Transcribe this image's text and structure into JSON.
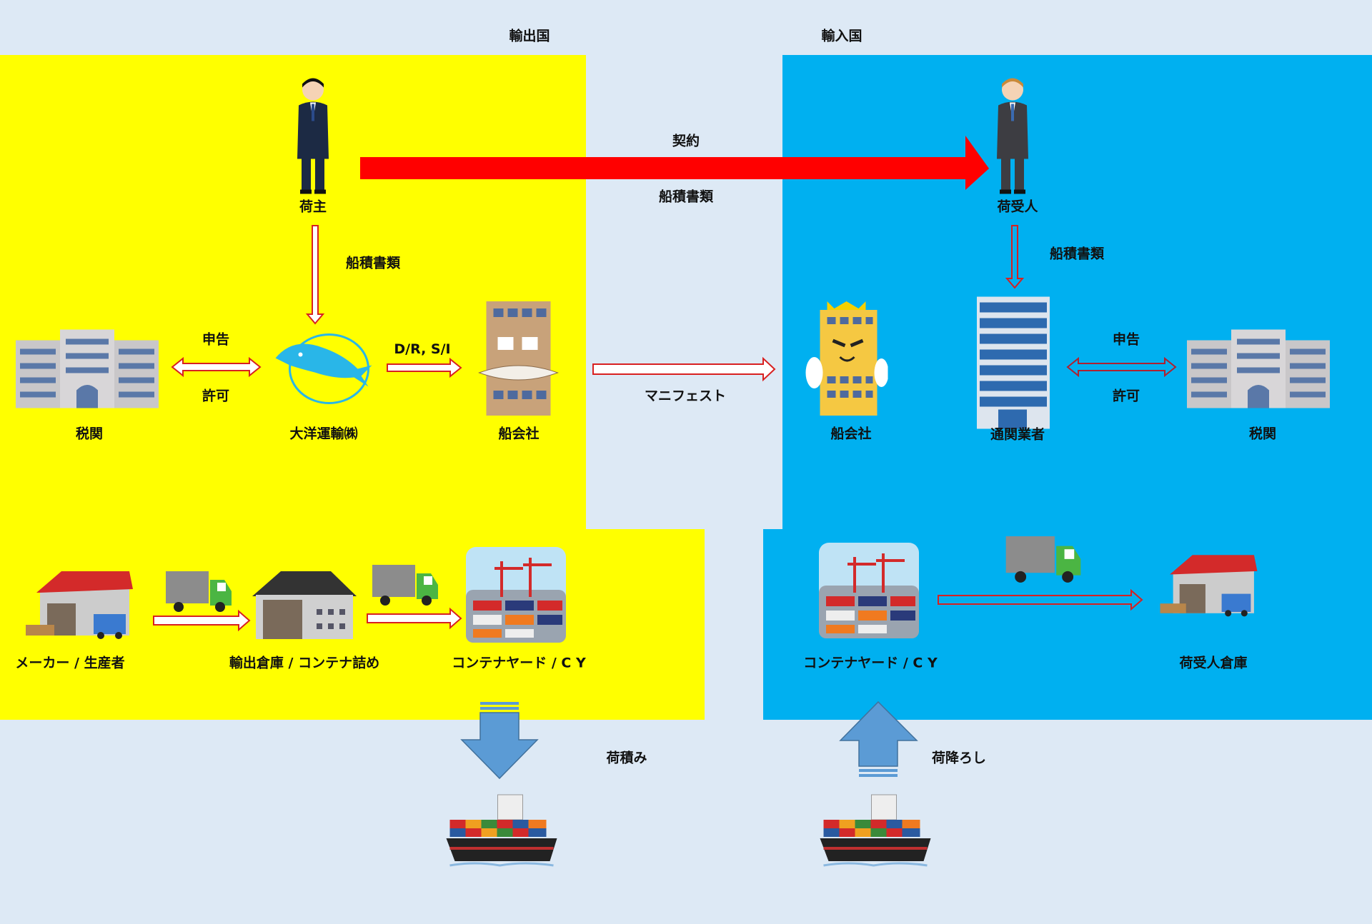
{
  "regions": {
    "export_country": "輸出国",
    "import_country": "輸入国"
  },
  "colors": {
    "export_bg": "#ffff00",
    "import_bg": "#00b0f0",
    "page_bg": "#dde9f5",
    "contract_arrow": "#ff0000",
    "flow_arrow": "#e02020",
    "ship_arrow": "#5b9bd5"
  },
  "top": {
    "shipper": "荷主",
    "consignee": "荷受人",
    "contract": "契約",
    "shipping_docs": "船積書類"
  },
  "export_side": {
    "docs_label": "船積書類",
    "customs": "税関",
    "declare": "申告",
    "permit": "許可",
    "forwarder": "大洋運輸㈱",
    "dr_si": "D/R, S/I",
    "shipping_company": "船会社",
    "maker": "メーカー / 生産者",
    "export_warehouse": "輸出倉庫 / コンテナ詰め",
    "container_yard": "コンテナヤード / C Y"
  },
  "middle": {
    "manifest": "マニフェスト"
  },
  "import_side": {
    "docs_label": "船積書類",
    "shipping_company": "船会社",
    "customs_broker": "通関業者",
    "declare": "申告",
    "permit": "許可",
    "customs": "税関",
    "container_yard": "コンテナヤード / C Y",
    "consignee_warehouse": "荷受人倉庫"
  },
  "bottom": {
    "loading": "荷積み",
    "unloading": "荷降ろし"
  }
}
